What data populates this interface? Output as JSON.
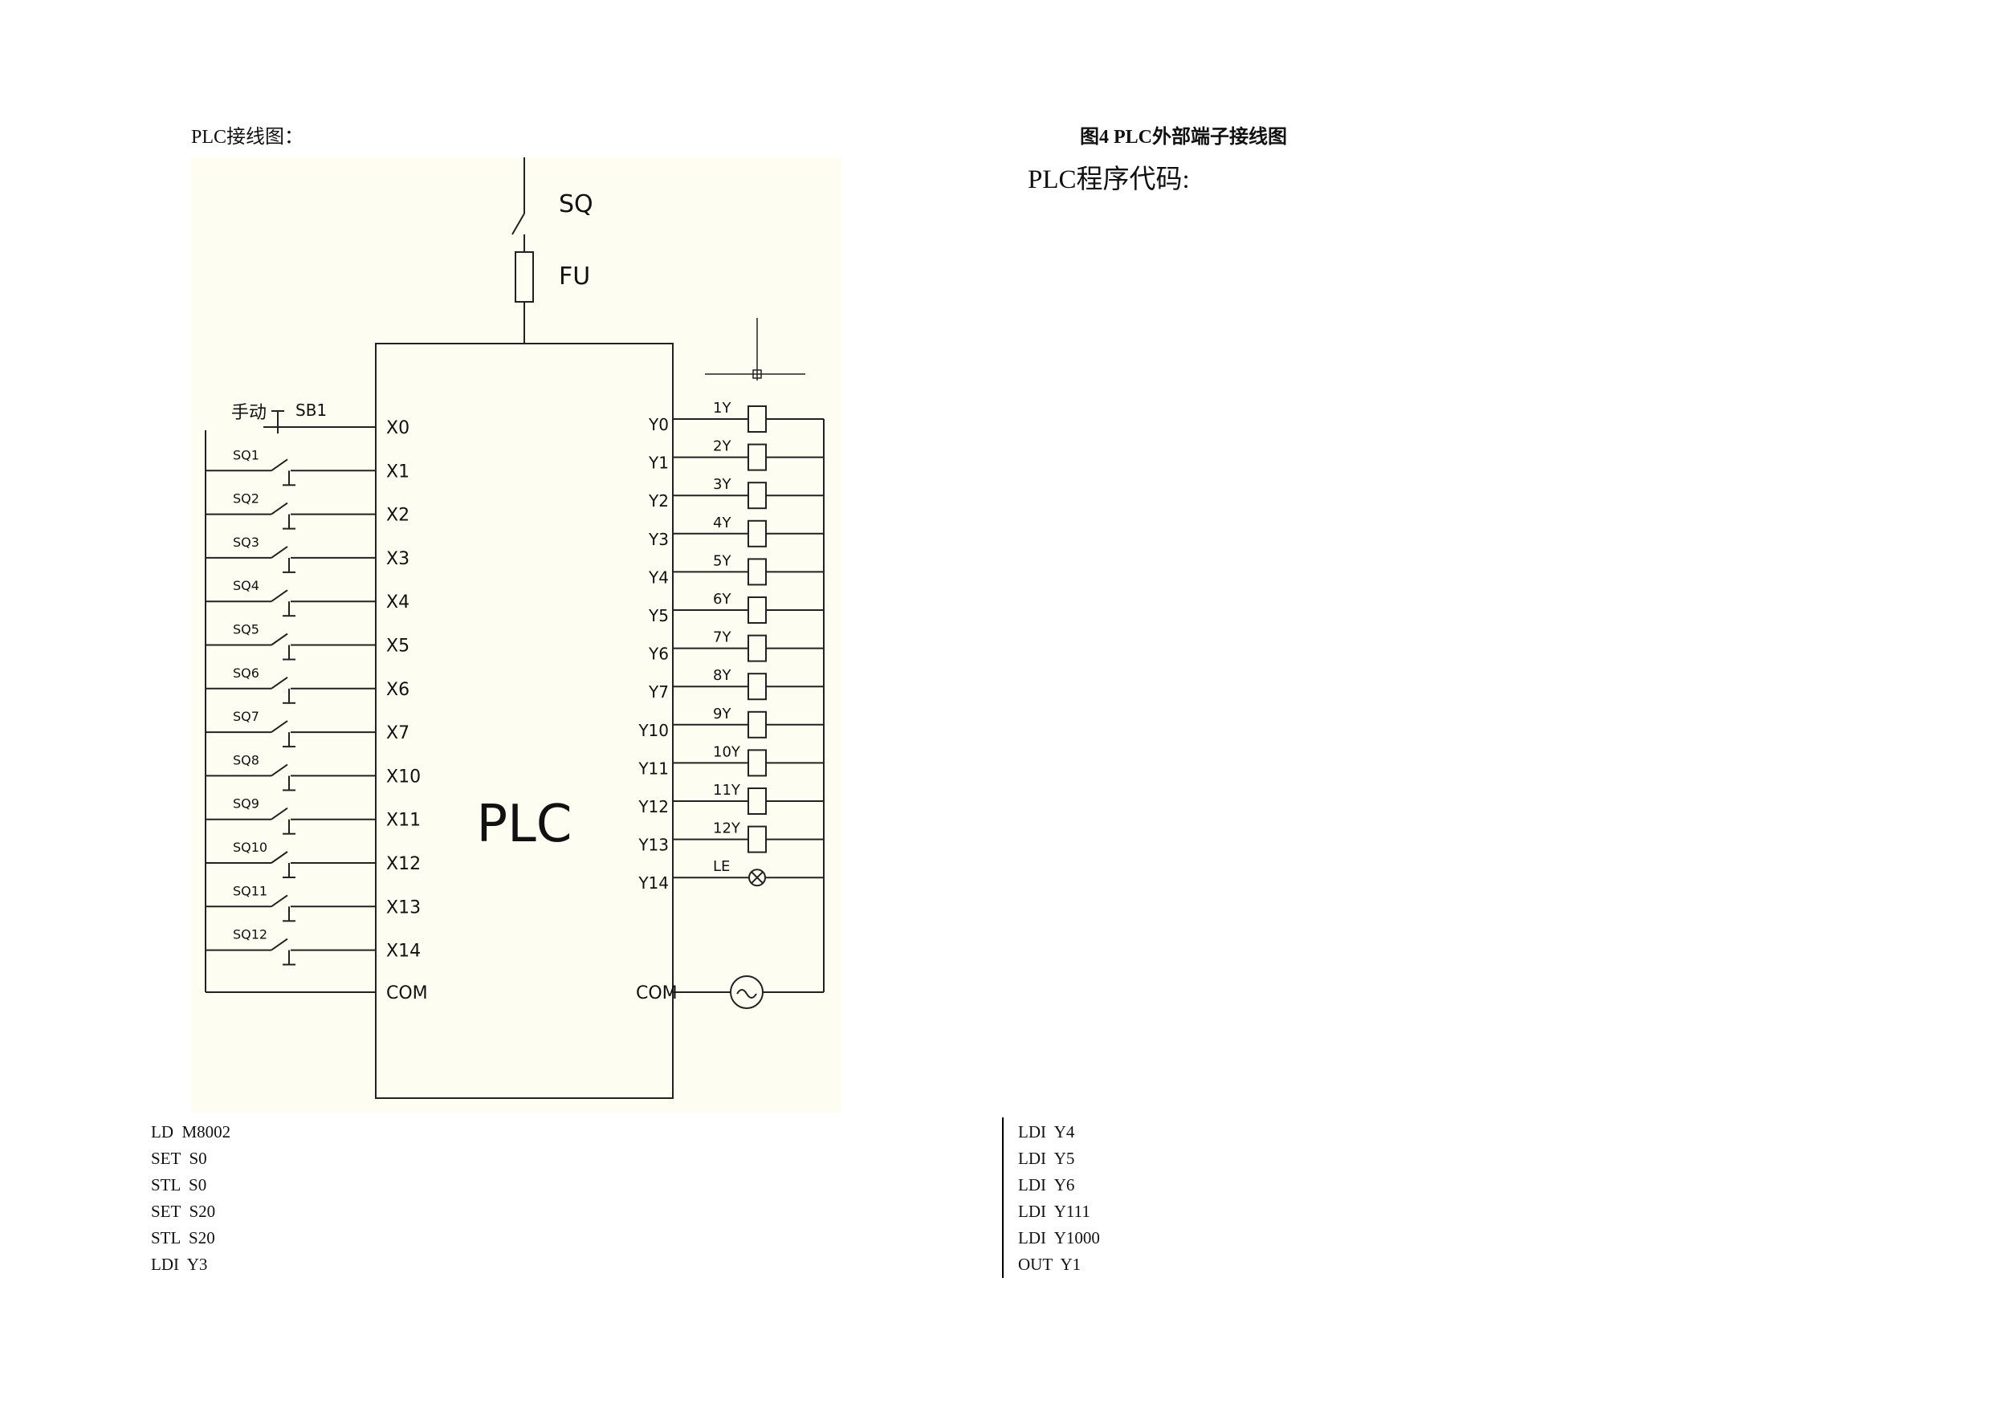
{
  "left_heading": "PLC接线图：",
  "figure_caption": "图4 PLC外部端子接线图",
  "code_heading": "PLC程序代码:",
  "diagram": {
    "supply_switch_label": "SQ",
    "fuse_label": "FU",
    "plc_label": "PLC",
    "manual_label": "手动",
    "manual_button_label": "SB1",
    "common_in_label": "COM",
    "common_out_label": "COM",
    "inputs": [
      {
        "terminal": "X0",
        "device": "SB1"
      },
      {
        "terminal": "X1",
        "device": "SQ1"
      },
      {
        "terminal": "X2",
        "device": "SQ2"
      },
      {
        "terminal": "X3",
        "device": "SQ3"
      },
      {
        "terminal": "X4",
        "device": "SQ4"
      },
      {
        "terminal": "X5",
        "device": "SQ5"
      },
      {
        "terminal": "X6",
        "device": "SQ6"
      },
      {
        "terminal": "X7",
        "device": "SQ7"
      },
      {
        "terminal": "X10",
        "device": "SQ8"
      },
      {
        "terminal": "X11",
        "device": "SQ9"
      },
      {
        "terminal": "X12",
        "device": "SQ10"
      },
      {
        "terminal": "X13",
        "device": "SQ11"
      },
      {
        "terminal": "X14",
        "device": "SQ12"
      }
    ],
    "outputs": [
      {
        "terminal": "Y0",
        "device": "1Y"
      },
      {
        "terminal": "Y1",
        "device": "2Y"
      },
      {
        "terminal": "Y2",
        "device": "3Y"
      },
      {
        "terminal": "Y3",
        "device": "4Y"
      },
      {
        "terminal": "Y4",
        "device": "5Y"
      },
      {
        "terminal": "Y5",
        "device": "6Y"
      },
      {
        "terminal": "Y6",
        "device": "7Y"
      },
      {
        "terminal": "Y7",
        "device": "8Y"
      },
      {
        "terminal": "Y10",
        "device": "9Y"
      },
      {
        "terminal": "Y11",
        "device": "10Y"
      },
      {
        "terminal": "Y12",
        "device": "11Y"
      },
      {
        "terminal": "Y13",
        "device": "12Y"
      },
      {
        "terminal": "Y14",
        "device": "LE"
      }
    ]
  },
  "code_left": [
    "LD  M8002",
    "SET  S0",
    "STL  S0",
    "SET  S20",
    "STL  S20",
    "LDI  Y3"
  ],
  "code_right": [
    "LDI  Y4",
    "LDI  Y5",
    "LDI  Y6",
    "LDI  Y111",
    "LDI  Y1000",
    "OUT  Y1"
  ]
}
